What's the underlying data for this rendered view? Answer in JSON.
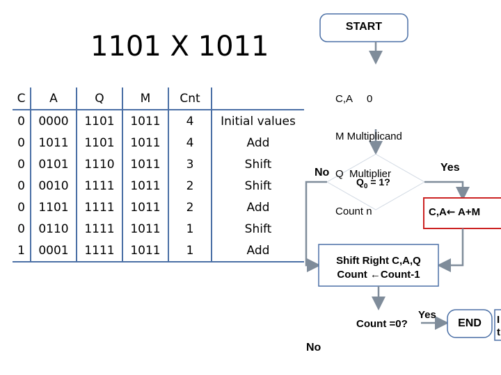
{
  "title": "1101 X 1011",
  "table": {
    "headers": [
      "C",
      "A",
      "Q",
      "M",
      "Cnt",
      ""
    ],
    "rows": [
      [
        "0",
        "0000",
        "1101",
        "1011",
        "4",
        "Initial values"
      ],
      [
        "0",
        "1011",
        "1101",
        "1011",
        "4",
        "Add"
      ],
      [
        "0",
        "0101",
        "1110",
        "1011",
        "3",
        "Shift"
      ],
      [
        "0",
        "0010",
        "1111",
        "1011",
        "2",
        "Shift"
      ],
      [
        "0",
        "1101",
        "1111",
        "1011",
        "2",
        "Add"
      ],
      [
        "0",
        "0110",
        "1111",
        "1011",
        "1",
        "Shift"
      ],
      [
        "1",
        "0001",
        "1111",
        "1011",
        "1",
        "Add"
      ]
    ]
  },
  "flowchart": {
    "start": "START",
    "init": [
      "C,A     0",
      "M Multiplicand",
      "Q  Multiplier",
      "Count n"
    ],
    "decision_q0": {
      "text_pre": "Q",
      "subscript": "0",
      "text_post": " = 1?"
    },
    "no_label": "No",
    "yes_label": "Yes",
    "add_box_pre": "C,A",
    "add_box_post": " A+M",
    "shift_box": [
      "Shift Right C,A,Q",
      "Count ←Count-1"
    ],
    "decision_count": "Count =0?",
    "count_yes_label": "Yes",
    "count_no_label": "No",
    "end": "END",
    "cut_right_top": "I",
    "cut_right_bottom": "t"
  },
  "colors": {
    "table_rule": "#4a6fa5",
    "box_outline": "#4a6fa5",
    "add_box_outline": "#cc2222",
    "arrow": "#7f8c9a"
  }
}
